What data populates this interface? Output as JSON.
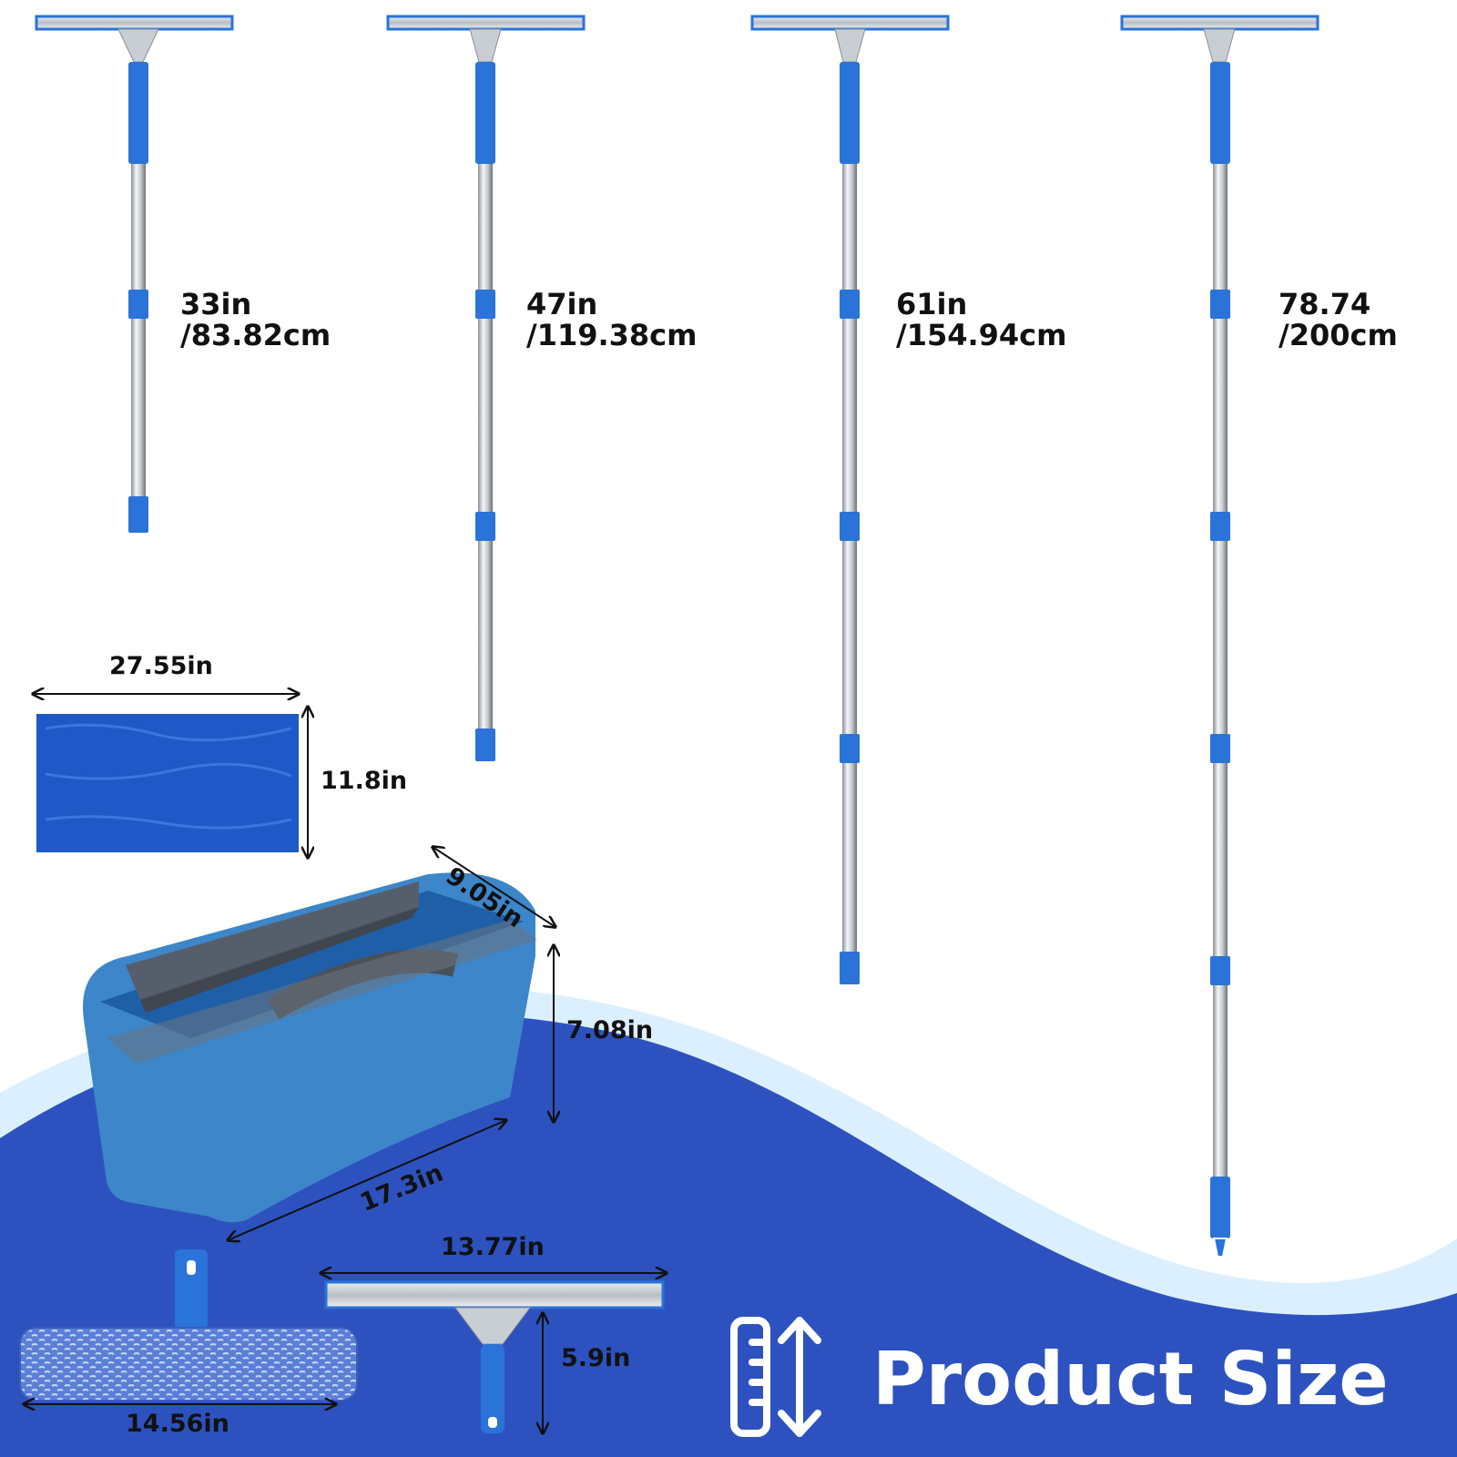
{
  "title": "Product Size",
  "poles": [
    {
      "line1": "33in",
      "line2": "/83.82cm"
    },
    {
      "line1": "47in",
      "line2": "/119.38cm"
    },
    {
      "line1": "61in",
      "line2": "/154.94cm"
    },
    {
      "line1": "78.74",
      "line2": "/200cm"
    }
  ],
  "cloth": {
    "width": "27.55in",
    "height": "11.8in"
  },
  "bucket": {
    "depth": "9.05in",
    "height": "7.08in",
    "length": "17.3in"
  },
  "scrubber": {
    "width": "14.56in"
  },
  "squeegee": {
    "width": "13.77in",
    "height": "5.9in"
  },
  "icons": {
    "size_icon": "ruler-updown-icon"
  },
  "colors": {
    "accent": "#2d52c0",
    "light_wave": "#dcefff",
    "pole_blue": "#2a73d8",
    "bucket": "#3d86c9"
  }
}
